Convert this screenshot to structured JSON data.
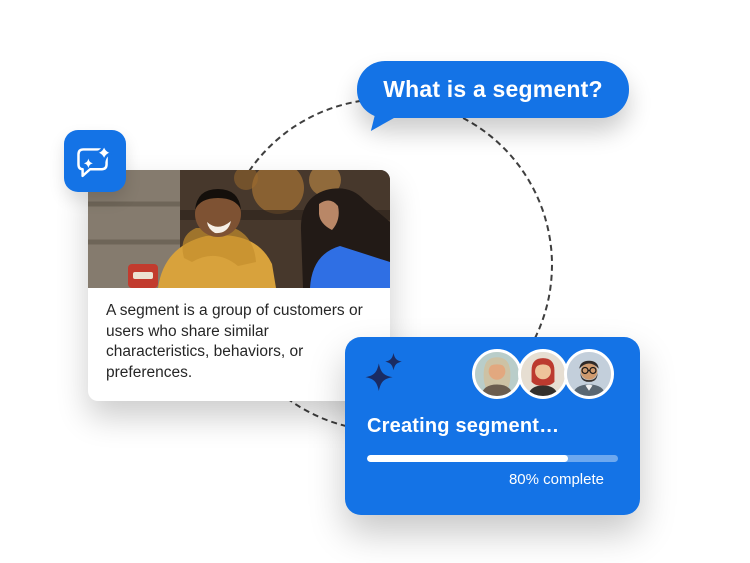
{
  "colors": {
    "accent_blue": "#1473E6",
    "dark_navy": "#1A2B63"
  },
  "question_bubble": {
    "text": "What is a segment?"
  },
  "definition_card": {
    "photo_alt": "photo-of-two-smiling-customers",
    "text": "A segment is a group of customers or users who share similar characteristics, behaviors, or preferences."
  },
  "assistant_badge": {
    "icon": "chat-sparkle-icon"
  },
  "progress_card": {
    "icon": "sparkles-icon",
    "avatars": [
      {
        "icon": "avatar-woman-gray-hair"
      },
      {
        "icon": "avatar-woman-red-hair"
      },
      {
        "icon": "avatar-man-glasses"
      }
    ],
    "title": "Creating segment…",
    "progress_percent": 80,
    "progress_label": "80% complete"
  }
}
